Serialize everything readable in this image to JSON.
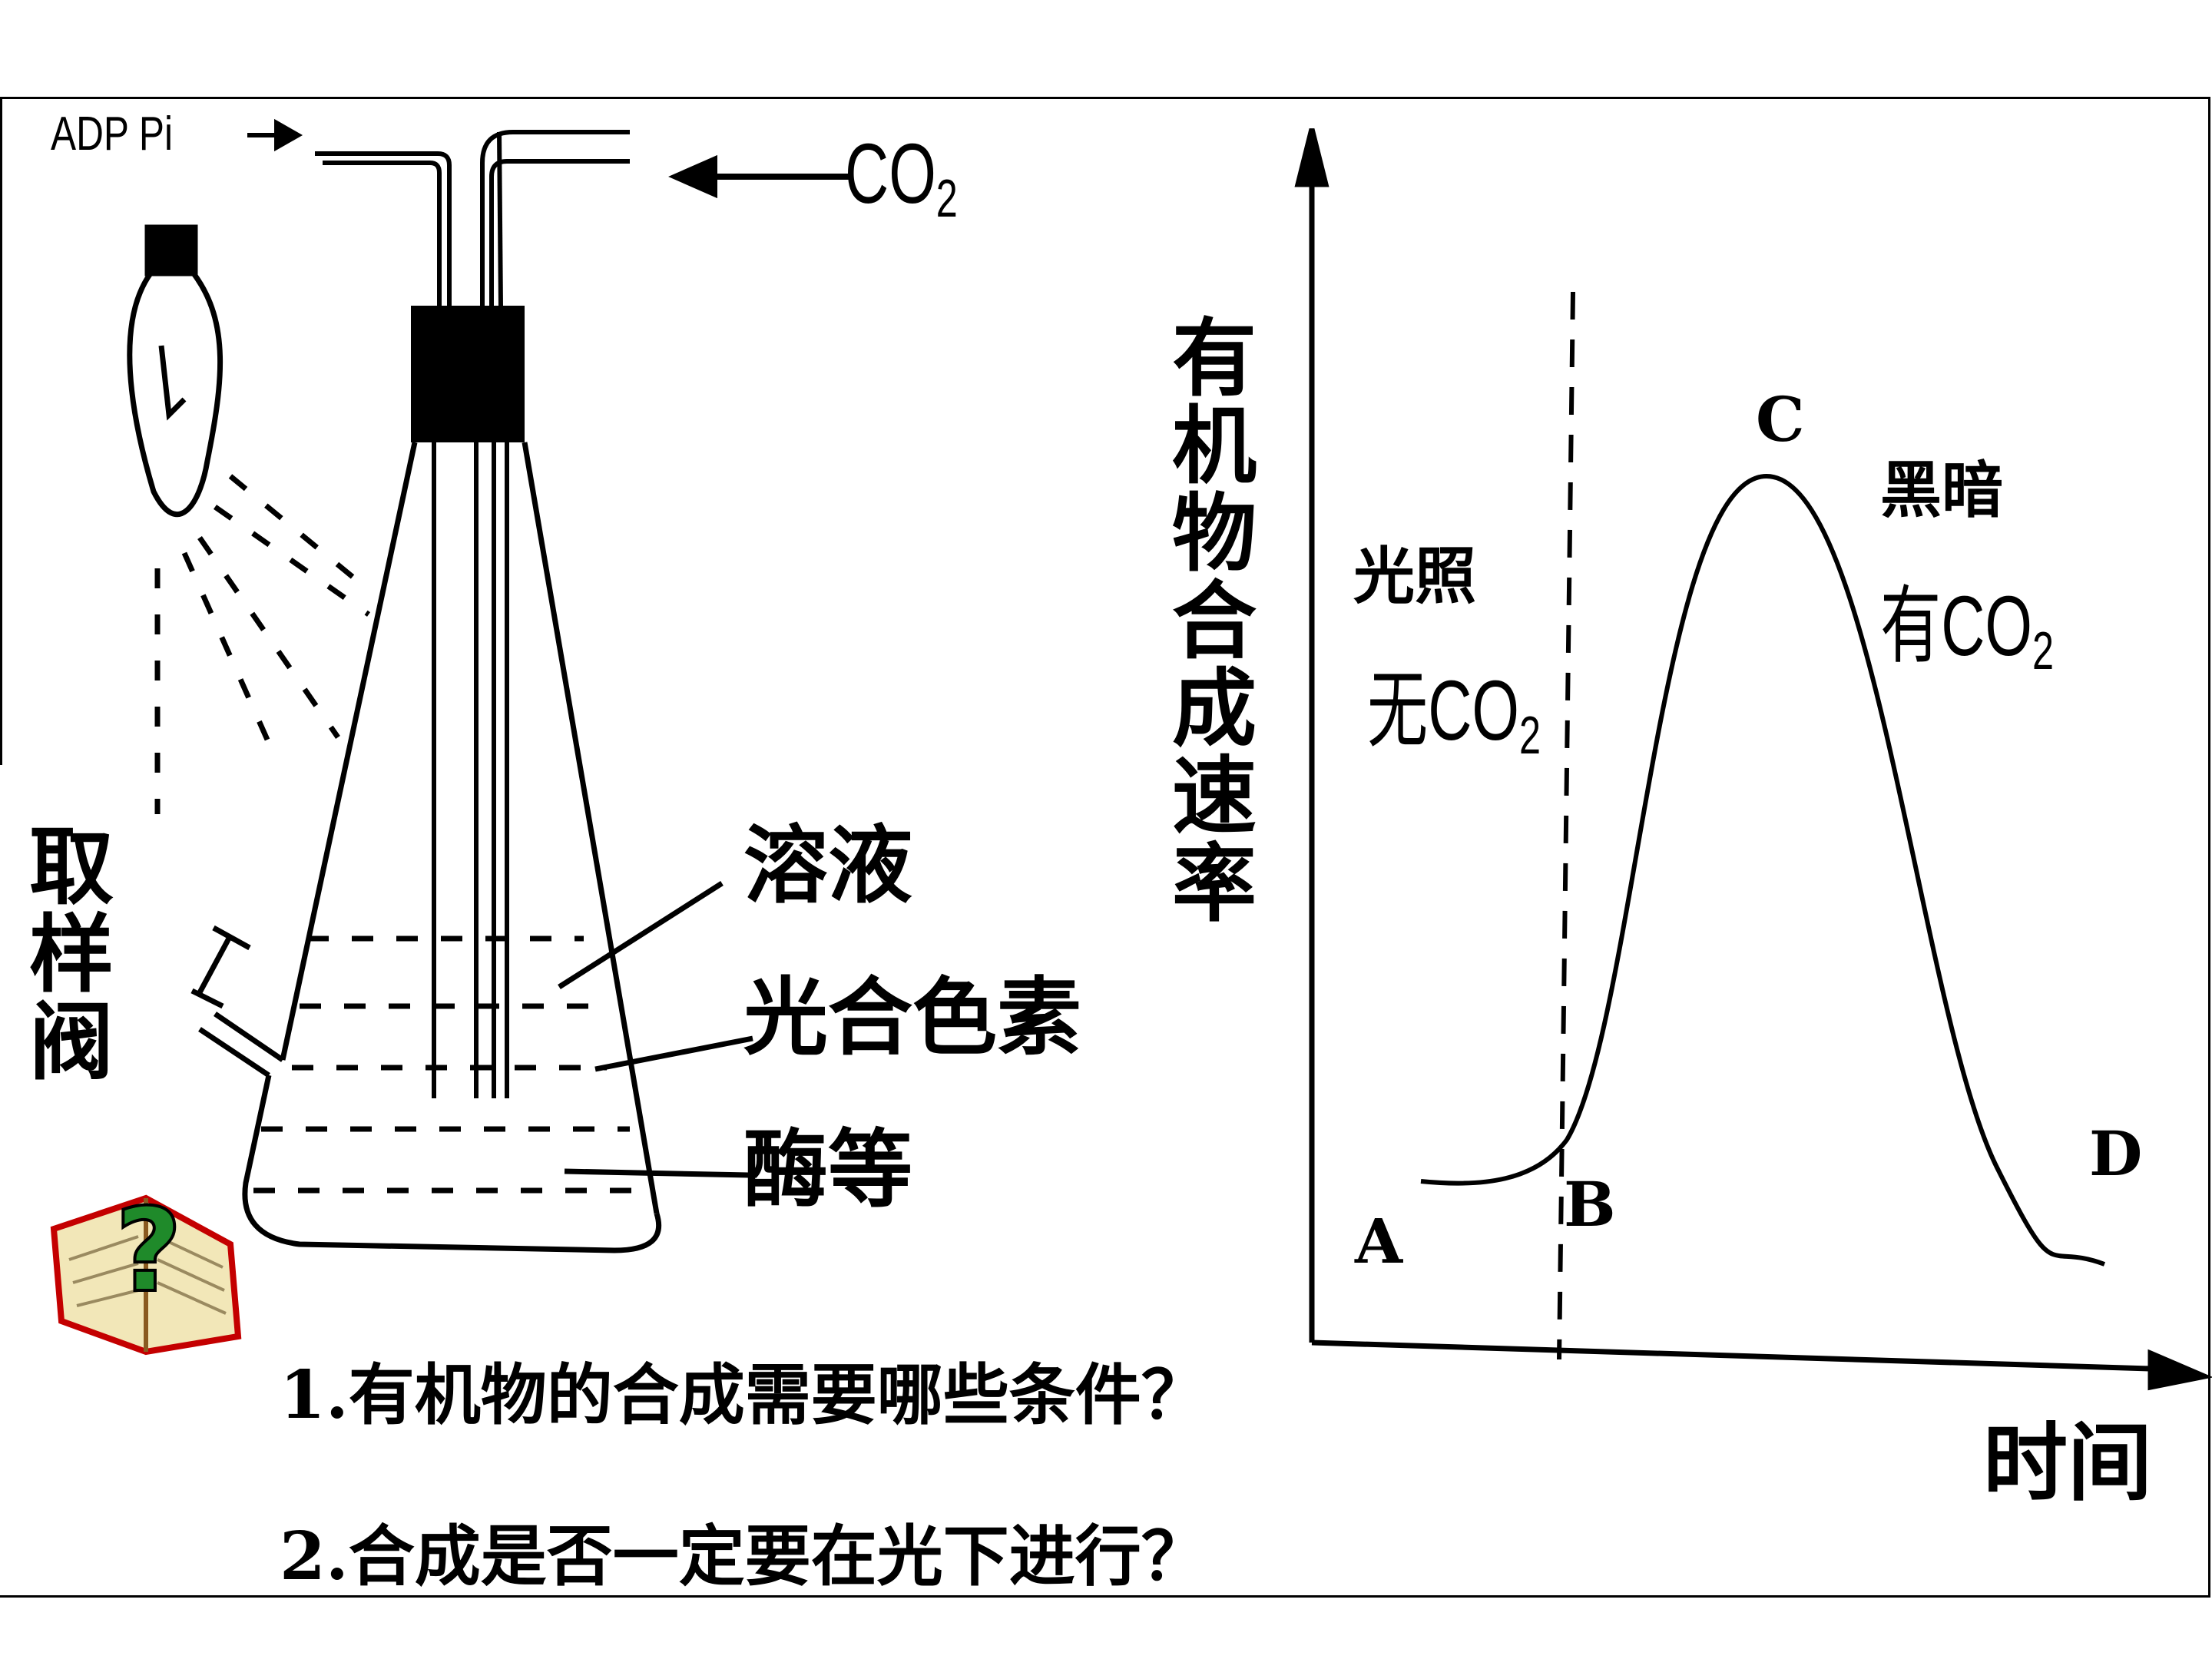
{
  "apparatus": {
    "adp_pi": "ADP Pi",
    "co2": "CO",
    "co2_sub": "2",
    "sampling_valve": "取样阀",
    "solution": "溶液",
    "pigments": "光合色素",
    "enzymes": "酶等"
  },
  "chart": {
    "ylabel": "有机物合成速率",
    "xlabel": "时间",
    "light_label": "光照",
    "light_co2_prefix": "无",
    "dark_label": "黑暗",
    "dark_co2_prefix": "有",
    "co2_text": "CO",
    "co2_sub": "2",
    "point_a": "A",
    "point_b": "B",
    "point_c": "C",
    "point_d": "D"
  },
  "chart_data": {
    "type": "line",
    "title": "",
    "xlabel": "时间",
    "ylabel": "有机物合成速率",
    "x": [
      "A",
      "B",
      "C",
      "D"
    ],
    "series": [
      {
        "values": [
          0.15,
          0.2,
          1.0,
          0.05
        ]
      }
    ]
  },
  "questions": [
    "1.有机物的合成需要哪些条件？",
    "2.合成是否一定要在光下进行？"
  ]
}
